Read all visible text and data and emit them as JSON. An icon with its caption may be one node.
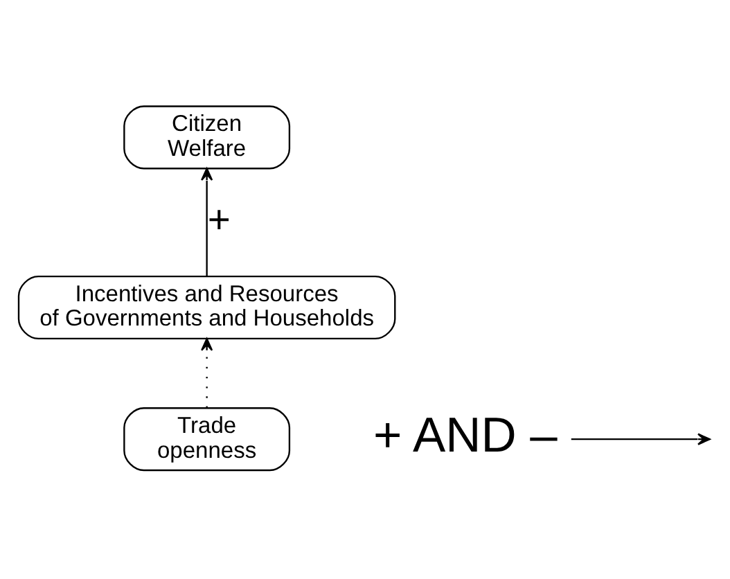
{
  "diagram": {
    "nodes": [
      {
        "text": [
          "Citizen Welfare"
        ]
      },
      {
        "text": [
          "Incentives and Resources of Governments and Households"
        ]
      },
      {
        "text": [
          "Trade openness"
        ]
      },
      {
        "text": [
          "+ AND –"
        ]
      }
    ],
    "edges": [
      {
        "from": 1,
        "to": 0,
        "arrow": "to",
        "label": "+"
      },
      {
        "from": 2,
        "to": 1,
        "arrow": "to",
        "style": "dashed"
      },
      {
        "from": 3,
        "to": null,
        "arrow": "to"
      }
    ]
  }
}
